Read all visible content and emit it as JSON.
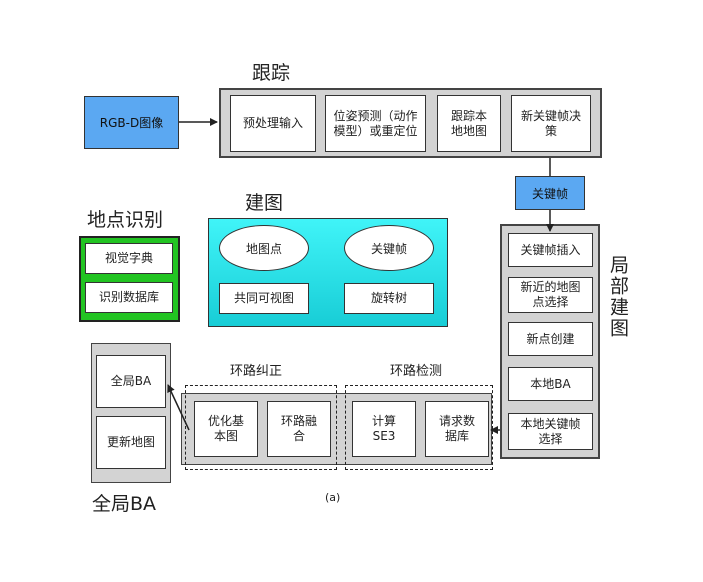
{
  "tracking": {
    "title": "跟踪",
    "input_label": "RGB-D图像",
    "steps": [
      "预处理输入",
      "位姿预测（动作模型）或重定位",
      "跟踪本地地图",
      "新关键帧决策"
    ]
  },
  "keyframe_label": "关键帧",
  "mapping": {
    "title": "建图",
    "map_points": "地图点",
    "keyframes": "关键帧",
    "covisibility": "共同可视图",
    "spanning_tree": "旋转树",
    "color": "#22e0e8"
  },
  "place_recognition": {
    "title": "地点识别",
    "vocabulary": "视觉字典",
    "database": "识别数据库",
    "color": "#22c422"
  },
  "local_mapping": {
    "title": "局部建图",
    "steps": [
      "关键帧插入",
      "新近的地图点选择",
      "新点创建",
      "本地BA",
      "本地关键帧选择"
    ]
  },
  "loop_detection": {
    "title": "环路检测",
    "compute": "计算SE3",
    "query": "请求数据库"
  },
  "loop_correction": {
    "title": "环路纠正",
    "optimize": "优化基本图",
    "fusion": "环路融合"
  },
  "global_ba": {
    "title": "全局BA",
    "run": "全局BA",
    "update": "更新地图"
  },
  "caption": "(a)"
}
